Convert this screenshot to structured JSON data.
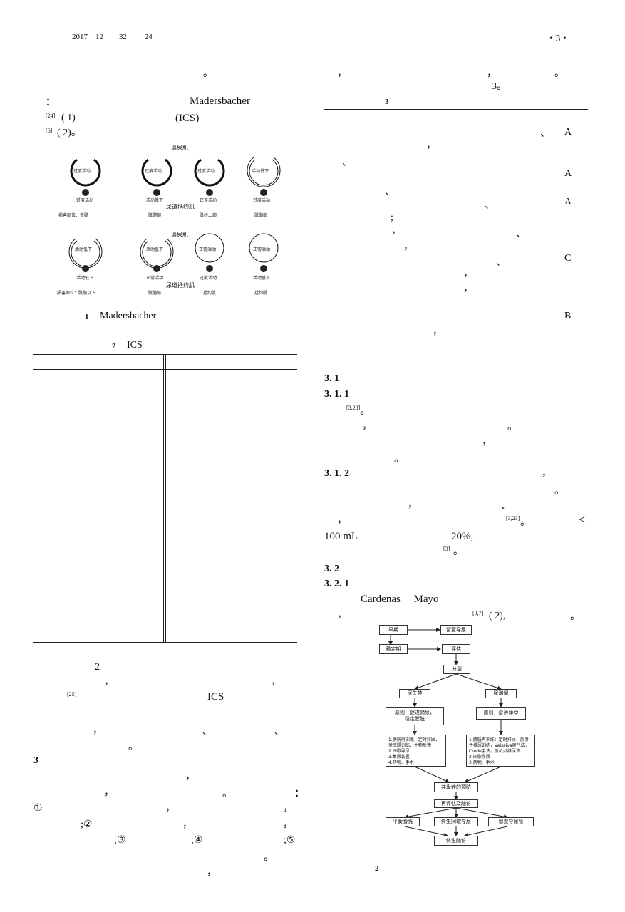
{
  "header": {
    "left_text": "2017    12        32         24",
    "right_text": "• 3 •"
  },
  "left_column": {
    "intro_period": "。",
    "colon": "：",
    "madersbacher": "Madersbacher",
    "line_ref24": "( 1)",
    "ref24": "[24]",
    "ics": "(ICS)",
    "ref6": "[6]",
    "line_ref6": "( 2)。",
    "fig1": {
      "top_title": "逼尿肌",
      "mid_title": "尿道括约肌",
      "top_title_2": "逼尿肌",
      "mid_title_2": "尿道括约肌",
      "row1_dials": [
        "过度活动",
        "过度活动",
        "过度活动",
        "活动低下"
      ],
      "row1_below": [
        "过度活动",
        "活动低下",
        "正常活动",
        "过度活动"
      ],
      "row1_bottom": [
        "损害部位：脊髓",
        "骶髓部",
        "骶桥上部",
        "骶髓部"
      ],
      "row2_dials": [
        "活动低下",
        "活动低下",
        "正常活动",
        "正常活动"
      ],
      "row2_below": [
        "活动低下",
        "正常活动",
        "过度活动",
        "活动低下"
      ],
      "row2_bottom": [
        "损害部位：骶髓以下",
        "骶髓部",
        "括约肌",
        "括约肌"
      ],
      "caption_num": "1",
      "caption_text": "Madersbacher"
    },
    "table2": {
      "caption_num": "2",
      "caption_text": "ICS"
    },
    "para_2": "2",
    "comma": "，",
    "ref25": "[25]",
    "ics2": "ICS",
    "enum_comma": "、",
    "section3": "3",
    "circ1": "①",
    "circ2": ";②",
    "circ3": ";③",
    "circ4": ";④",
    "circ5": ";⑤"
  },
  "right_column": {
    "fig3_ref": "3。",
    "table3": {
      "caption": "3",
      "grades": [
        "A",
        "A",
        "A",
        "C",
        "B"
      ]
    },
    "s31": "3. 1",
    "s311": "3. 1. 1",
    "ref323": "[3,23]",
    "s312": "3. 1. 2",
    "ref323b": "[3,23]",
    "lt": "<",
    "ml": "100 mL",
    "pct": "20%,",
    "ref3": "[3]",
    "s32": "3. 2",
    "s321": "3. 2. 1",
    "cardenas": "Cardenas     Mayo",
    "ref37": "[3,7]",
    "fig2_ref": "( 2),",
    "flowchart": {
      "early": "早期",
      "early_target": "留置导尿",
      "stable": "稳定期",
      "assess": "评估",
      "classify": "分型",
      "left_branch": "尿失禁",
      "right_branch": "尿潴留",
      "left_goal": "原则：促进储尿，\n稳定膀胱",
      "right_goal": "原则：促进排空",
      "left_methods": "1.膀胱再训练；定时排尿，\n盆底肌训练，生物反馈\n2.间歇导尿\n3.集尿装置\n4.药物、手术",
      "right_methods": "1.膀胱再训练：定时排尿，反射\n性排尿训练，Valsalva屏气法，\nCrede手法，扳机点排尿法\n2.间歇导尿\n3.药物、手术",
      "complication": "并发症的预防",
      "reassess": "再评估及随访",
      "balanced": "平衡膀胱",
      "lifelong_cath": "终生间歇导尿",
      "indwelling": "留置导尿管",
      "followup": "终生随访",
      "caption": "2"
    }
  }
}
